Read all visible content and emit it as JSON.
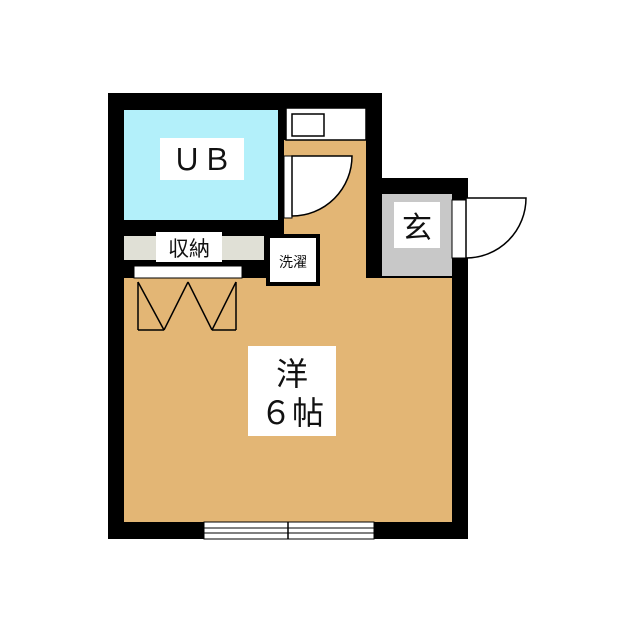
{
  "rooms": {
    "bath": {
      "label": "ＵＢ",
      "color": "#b3f0fa"
    },
    "storage": {
      "label": "収納"
    },
    "washer": {
      "label": "洗濯"
    },
    "entrance": {
      "label": "玄",
      "color": "#c8c8c8"
    },
    "main": {
      "label_line1": "洋",
      "label_line2": "６帖",
      "color": "#e3b675"
    }
  },
  "colors": {
    "wall": "#000000",
    "floor": "#e3b675"
  }
}
